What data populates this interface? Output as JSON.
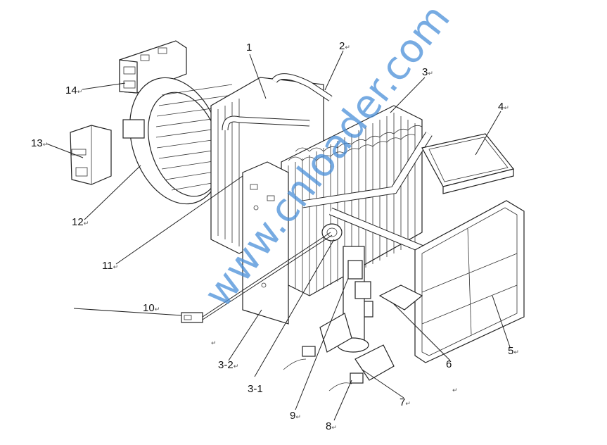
{
  "diagram": {
    "type": "exploded-parts-diagram",
    "subject": "HVAC evaporator / blower unit assembly",
    "return_mark": "↵",
    "callouts": [
      {
        "id": "c1",
        "label": "1",
        "mark": false
      },
      {
        "id": "c2",
        "label": "2",
        "mark": true
      },
      {
        "id": "c3",
        "label": "3",
        "mark": true
      },
      {
        "id": "c4",
        "label": "4",
        "mark": true
      },
      {
        "id": "c5",
        "label": "5",
        "mark": true
      },
      {
        "id": "c6",
        "label": "6",
        "mark": true
      },
      {
        "id": "c7",
        "label": "7",
        "mark": true
      },
      {
        "id": "c8",
        "label": "8",
        "mark": true
      },
      {
        "id": "c9",
        "label": "9",
        "mark": true
      },
      {
        "id": "c10",
        "label": "10",
        "mark": true
      },
      {
        "id": "c11",
        "label": "11",
        "mark": true
      },
      {
        "id": "c12",
        "label": "12",
        "mark": true
      },
      {
        "id": "c13",
        "label": "13",
        "mark": true
      },
      {
        "id": "c14",
        "label": "14",
        "mark": true
      },
      {
        "id": "c3-1",
        "label": "3-1",
        "mark": false
      },
      {
        "id": "c3-2",
        "label": "3-2",
        "mark": true
      }
    ],
    "watermark": "www.cnloader.com",
    "colors": {
      "line": "#222222",
      "watermark": "#4a90d9",
      "background": "#ffffff"
    }
  }
}
